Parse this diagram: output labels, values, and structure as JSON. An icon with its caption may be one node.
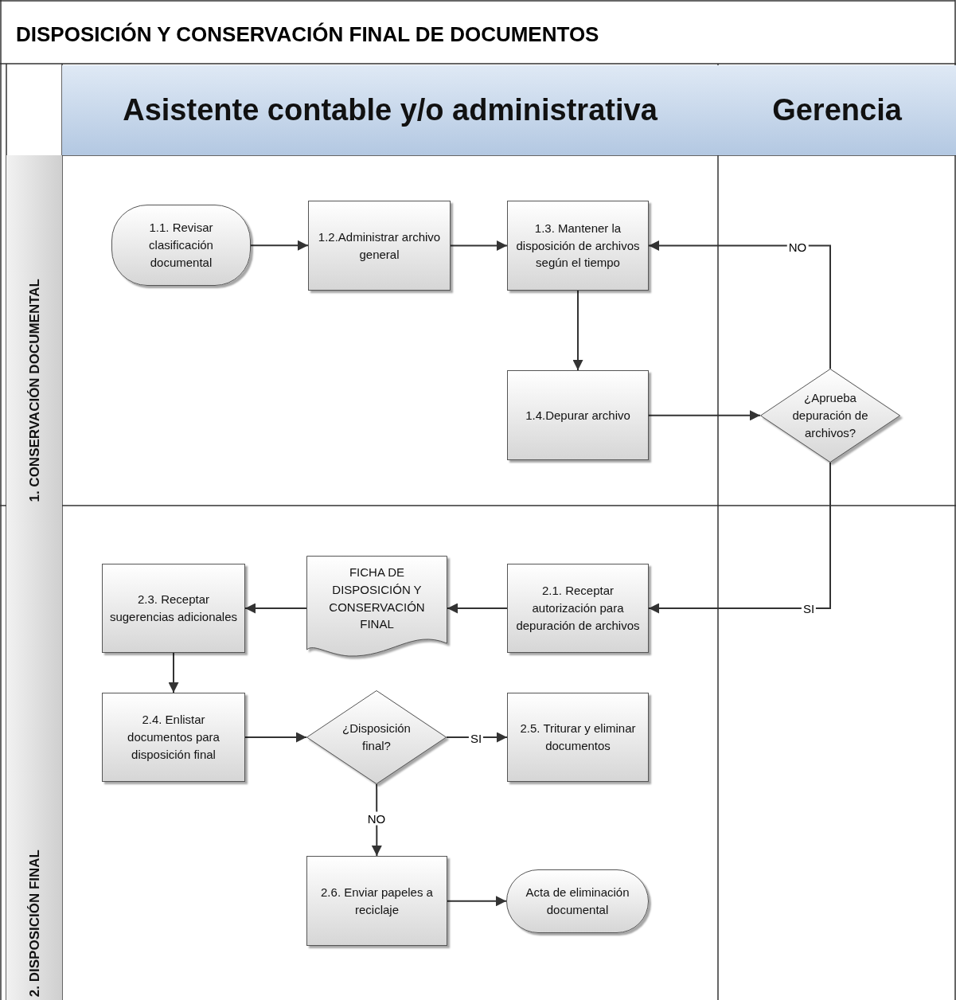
{
  "diagram": {
    "title": "DISPOSICIÓN Y CONSERVACIÓN FINAL DE DOCUMENTOS",
    "nodes": [
      {
        "text": [
          "Asistente contable y/o administrativa"
        ]
      },
      {
        "text": [
          "Gerencia"
        ]
      },
      {
        "text": [
          "1. CONSERVACIÓN DOCUMENTAL"
        ]
      },
      {
        "text": [
          "2. DISPOSICIÓN FINAL"
        ]
      },
      {
        "text": [
          "1.1. Revisar clasificación documental"
        ]
      },
      {
        "text": [
          "1.2.Administrar archivo general"
        ]
      },
      {
        "text": [
          "1.3. Mantener la disposición de archivos según el tiempo"
        ]
      },
      {
        "text": [
          "1.4.Depurar archivo"
        ]
      },
      {
        "text": [
          "¿Aprueba depuración de archivos?"
        ]
      },
      {
        "text": [
          "2.1. Receptar autorización para depuración de archivos"
        ]
      },
      {
        "text": [
          "FICHA DE DISPOSICIÓN Y CONSERVACIÓN FINAL"
        ]
      },
      {
        "text": [
          "2.3. Receptar sugerencias adicionales"
        ]
      },
      {
        "text": [
          "2.4. Enlistar documentos para disposición final"
        ]
      },
      {
        "text": [
          "¿Disposición final?"
        ]
      },
      {
        "text": [
          "2.5. Triturar y eliminar documentos"
        ]
      },
      {
        "text": [
          "2.6. Enviar papeles a reciclaje"
        ]
      },
      {
        "text": [
          "Acta de eliminación documental"
        ]
      }
    ],
    "edges": [
      {
        "from": 4,
        "to": 5,
        "arrow": "to"
      },
      {
        "from": 5,
        "to": 6,
        "arrow": "to"
      },
      {
        "from": 6,
        "to": 7,
        "arrow": "to"
      },
      {
        "from": 7,
        "to": 8,
        "arrow": "to"
      },
      {
        "from": 8,
        "to": 6,
        "arrow": "to",
        "label": "NO"
      },
      {
        "from": 8,
        "to": 9,
        "arrow": "to",
        "label": "SI"
      },
      {
        "from": 9,
        "to": 10,
        "arrow": "to"
      },
      {
        "from": 10,
        "to": 11,
        "arrow": "to"
      },
      {
        "from": 11,
        "to": 12,
        "arrow": "to"
      },
      {
        "from": 12,
        "to": 13,
        "arrow": "to"
      },
      {
        "from": 13,
        "to": 14,
        "arrow": "to",
        "label": "SI"
      },
      {
        "from": 13,
        "to": 15,
        "arrow": "to",
        "label": "NO"
      },
      {
        "from": 15,
        "to": 16,
        "arrow": "to"
      }
    ]
  }
}
